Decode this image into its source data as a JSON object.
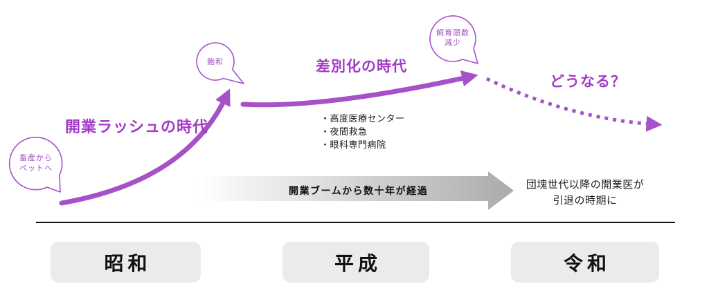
{
  "colors": {
    "accent": "#a551c8",
    "accent_text": "#a23ac6",
    "box_bg": "#ebebeb",
    "ink": "#1a1a1a",
    "arrow_gray": "#ababab"
  },
  "diagram": {
    "bubbles": {
      "livestock_to_pets": "畜産から\nペットへ",
      "saturation": "飽和",
      "pet_count_decline": "飼育頭数\n減少"
    },
    "era_titles": {
      "showa": "開業ラッシュの時代",
      "heisei": "差別化の時代",
      "reiwa": "どうなる？"
    },
    "bullets": [
      "・高度医療センター",
      "・夜間救急",
      "・眼科専門病院"
    ],
    "gradient_arrow_label": "開業ブームから数十年が経過",
    "note": "団塊世代以降の開業医が\n引退の時期に",
    "timeline": [
      "昭和",
      "平成",
      "令和"
    ]
  }
}
